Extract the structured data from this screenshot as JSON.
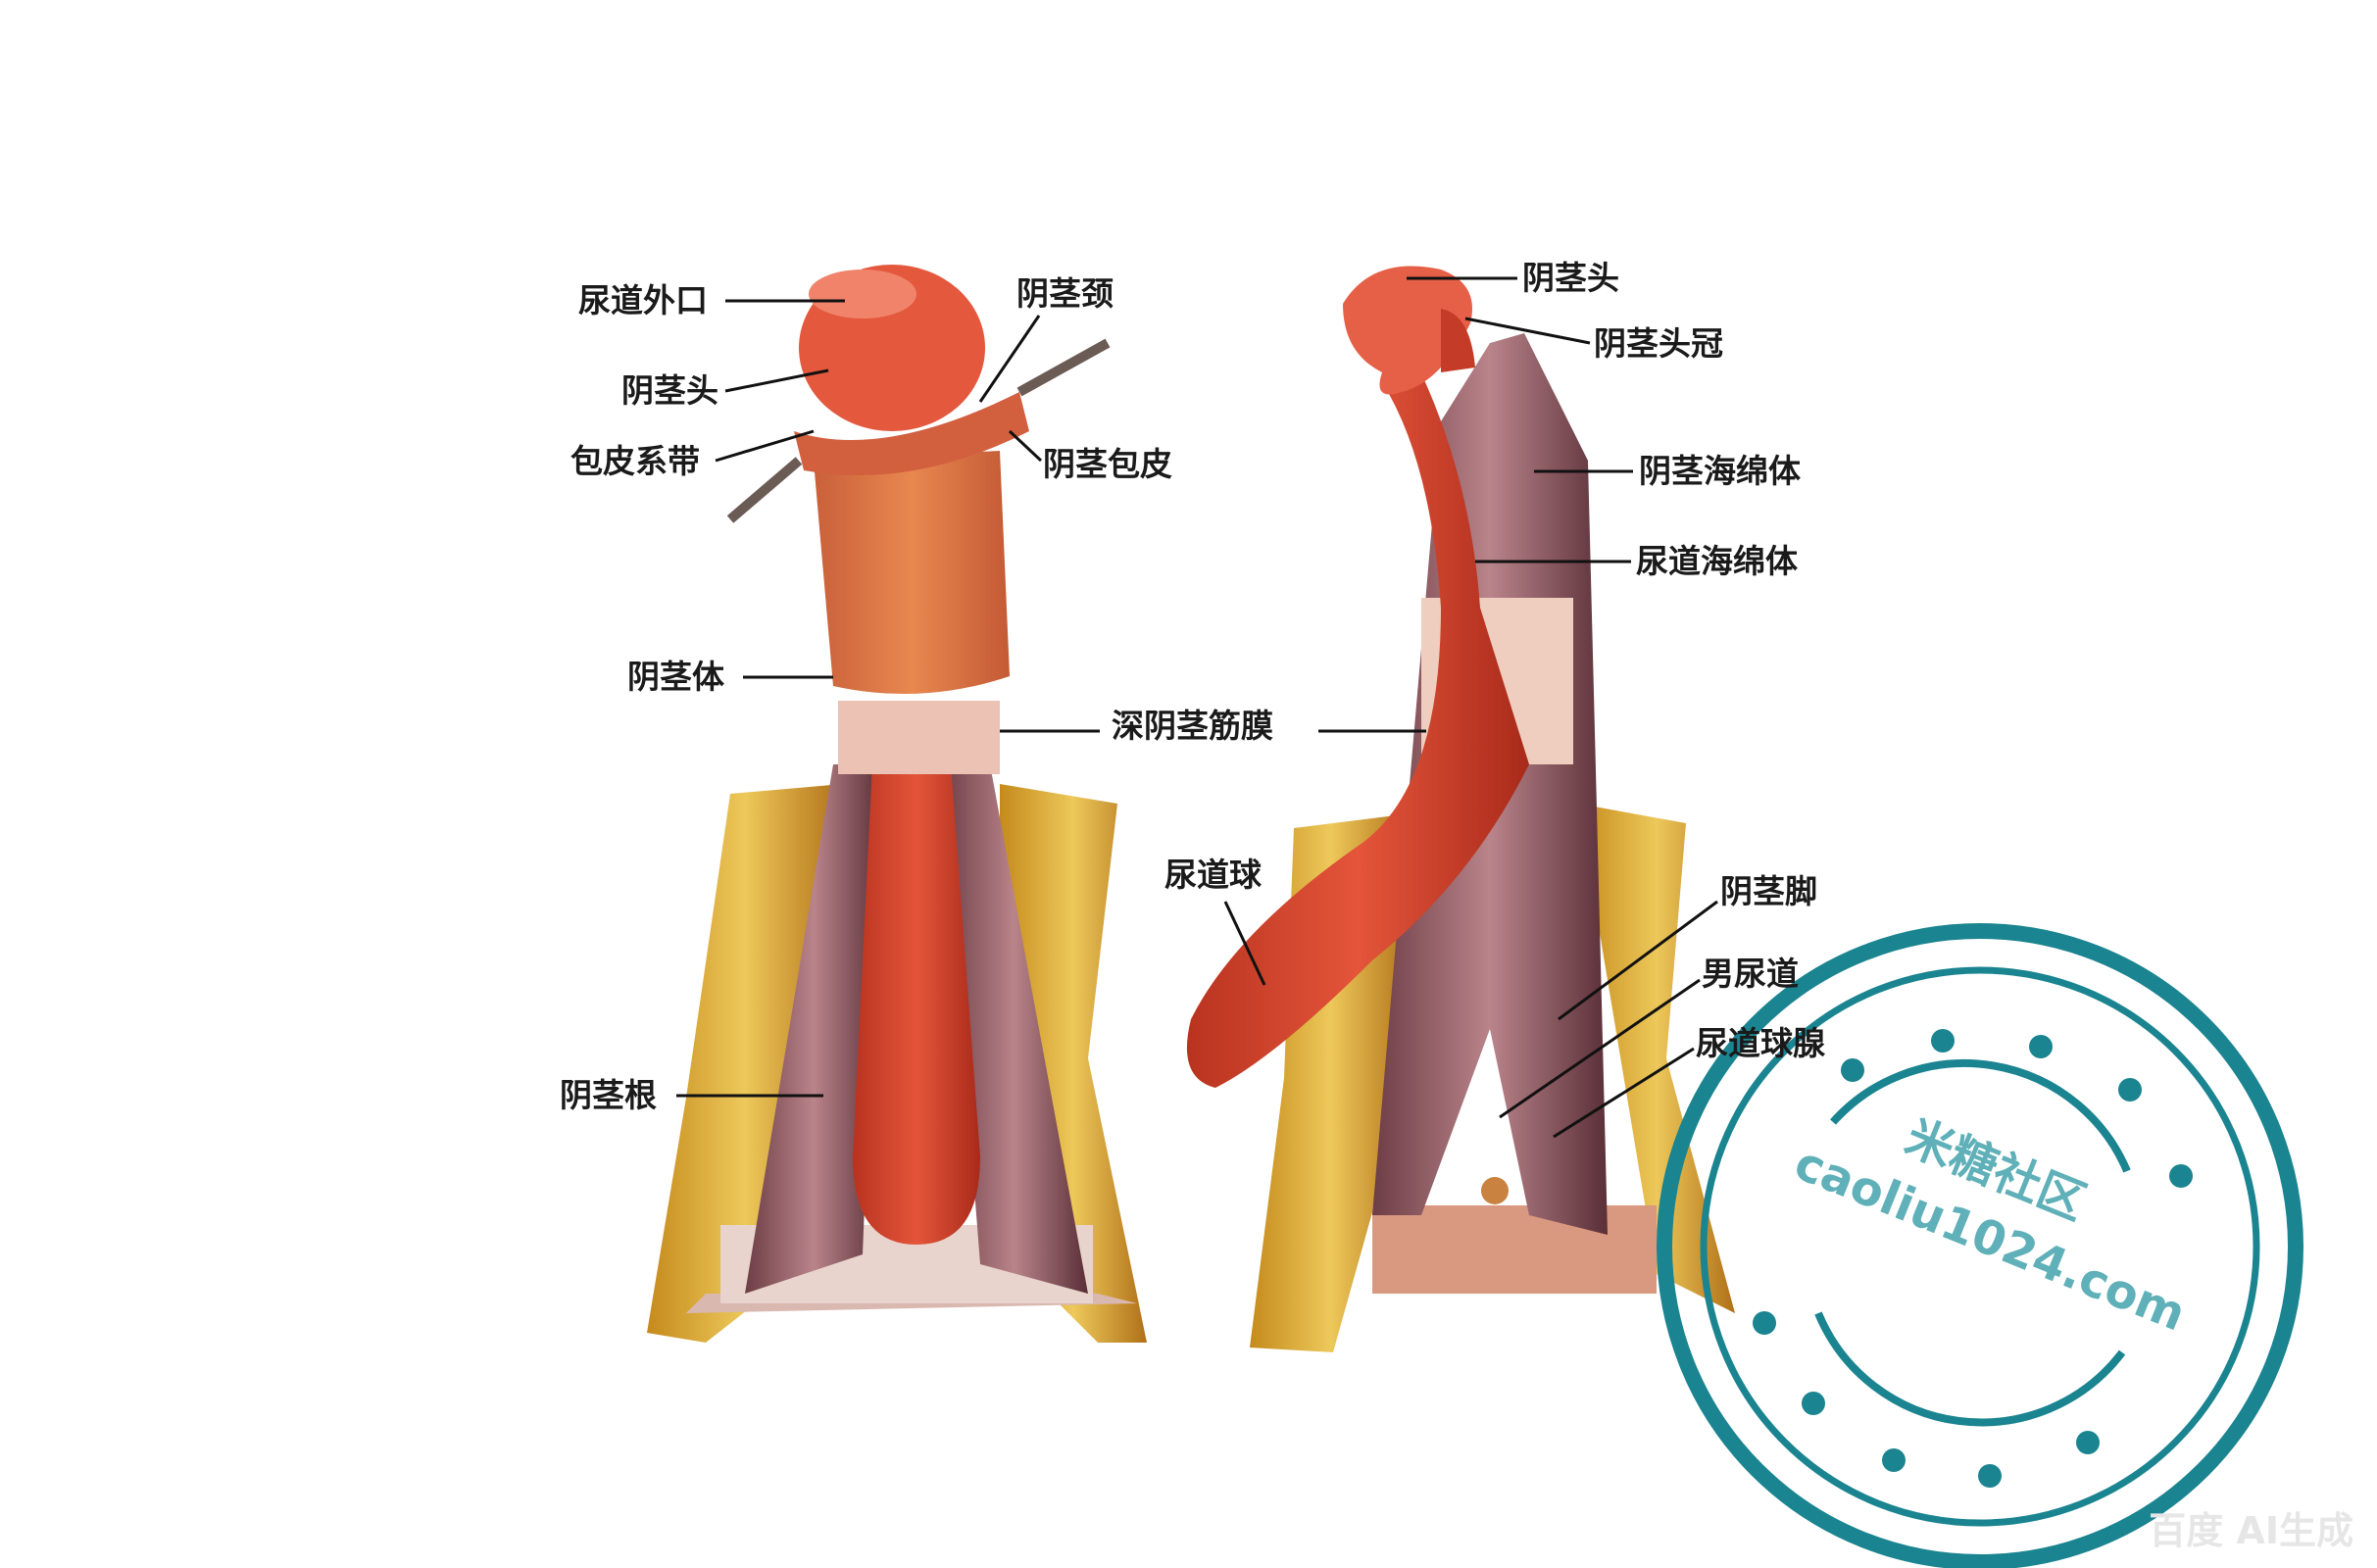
{
  "left_figure": {
    "labels": {
      "urethral_orifice": "尿道外口",
      "glans": "阴茎头",
      "frenulum": "包皮系带",
      "neck": "阴茎颈",
      "prepuce": "阴茎包皮",
      "body": "阴茎体",
      "deep_fascia": "深阴茎筋膜",
      "root": "阴茎根"
    }
  },
  "right_figure": {
    "labels": {
      "glans": "阴茎头",
      "corona": "阴茎头冠",
      "corpus_cavernosum": "阴茎海绵体",
      "corpus_spongiosum": "尿道海绵体",
      "bulb": "尿道球",
      "crus": "阴茎脚",
      "male_urethra": "男尿道",
      "bulbourethral_gland": "尿道球腺"
    }
  },
  "stamp": {
    "title": "米糖社区",
    "url": "caoliu1024.com",
    "color": "#1a8490"
  },
  "watermark": "百度 AI生成"
}
